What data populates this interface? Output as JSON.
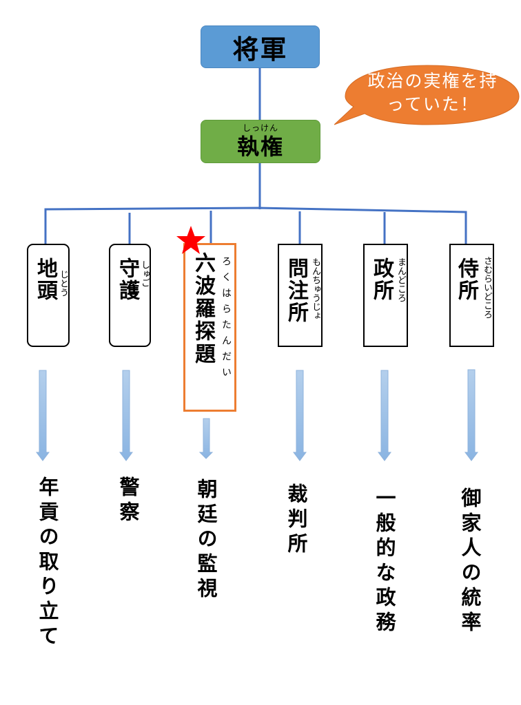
{
  "diagram": {
    "type": "organization-chart",
    "colors": {
      "top": "#5b9bd5",
      "middle": "#70ad47",
      "bubble": "#ed7d31",
      "connector": "#4472c4",
      "arrow": "#9dc3e6",
      "highlight_border": "#ed7d31",
      "star": "#ff0000"
    },
    "top": {
      "label": "将軍"
    },
    "middle": {
      "label": "執権",
      "ruby": "しっけん"
    },
    "callout": {
      "text": "政治の実権を持っていた！"
    },
    "offices": [
      {
        "name": "地頭",
        "ruby": "じとう",
        "duty": "年貢の取り立て",
        "shape": "rounded",
        "highlighted": false
      },
      {
        "name": "守護",
        "ruby": "しゅご",
        "duty": "警察",
        "shape": "rounded",
        "highlighted": false
      },
      {
        "name": "六波羅探題",
        "ruby": "ろくはらたんだい",
        "duty": "朝廷の監視",
        "shape": "square",
        "highlighted": true,
        "marker": "star-icon"
      },
      {
        "name": "問注所",
        "ruby": "もんちゅうじょ",
        "duty": "裁判所",
        "shape": "square",
        "highlighted": false
      },
      {
        "name": "政所",
        "ruby": "まんどころ",
        "duty": "一般的な政務",
        "shape": "square",
        "highlighted": false
      },
      {
        "name": "侍所",
        "ruby": "さむらいどころ",
        "duty": "御家人の統率",
        "shape": "square",
        "highlighted": false
      }
    ]
  }
}
